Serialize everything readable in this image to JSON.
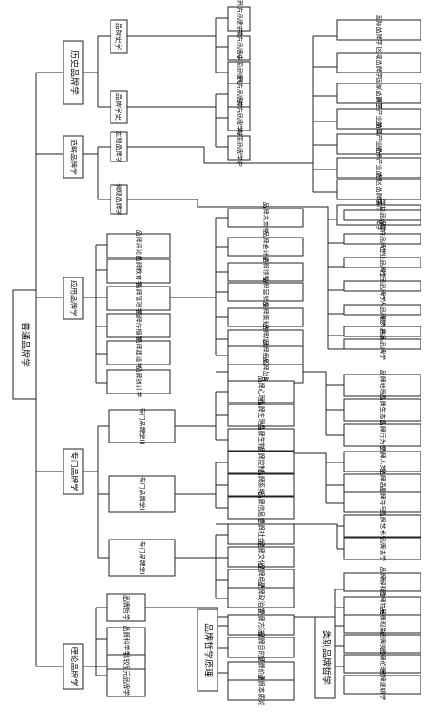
{
  "root": "普通品牌学",
  "history": {
    "title": "历史品牌学",
    "history_study": "品牌史学",
    "study_history": "品牌学史",
    "hs_children": [
      "西方品牌史学",
      "东方品牌史学",
      "中国品牌史学"
    ],
    "sh_children": [
      "西方品牌学史",
      "东方品牌学史",
      "中国品牌学史"
    ]
  },
  "category": {
    "title": "范畴品牌学",
    "macro": "宏观品牌学",
    "micro": "微观品牌学",
    "macro_children": [
      "国际品牌学",
      "区域品牌学",
      "国家品牌学",
      "第三产业品牌学",
      "第二产业品牌学",
      "第一产业品牌学",
      "地区品牌学",
      "城市品牌学"
    ],
    "micro_children": [
      "学校品牌学",
      "政府品牌学",
      "企业品牌学",
      "社团品牌学",
      "个人品牌学",
      "服务品牌学",
      "产品品牌学"
    ]
  },
  "applied": {
    "title": "应用品牌学",
    "items": [
      "品牌评论学",
      "品牌教育学",
      "品牌管理学",
      "品牌传播学",
      "品牌建设学",
      "品牌统计学"
    ],
    "mgmt_children": [
      "品牌未来学",
      "品牌会计学",
      "品牌领导学",
      "品牌营销学",
      "品牌策划学",
      "品牌规划学",
      "品牌组织学",
      "品牌战略学"
    ]
  },
  "special": {
    "title": "专门品牌学",
    "s3": "专门品牌学III",
    "s2": "专门品牌学II",
    "s1": "专门品牌学I",
    "s3_children": [
      "品牌心理学",
      "品牌生理学",
      "品牌生物学"
    ],
    "s3_leaves": [
      "品牌地理学",
      "品牌生态学",
      "品牌行为学"
    ],
    "s2_children": [
      "品牌控制论",
      "品牌系统论",
      "品牌信息学"
    ],
    "s2_leaves": [
      "品牌人类学",
      "品牌语言学",
      "品牌符号学"
    ],
    "s1_children": [
      "品牌社会学",
      "品牌文化学",
      "品牌经济学",
      "品牌政治学"
    ],
    "s1_leaves": [
      "品牌艺术学",
      "品牌法学"
    ]
  },
  "theory": {
    "title": "理论品牌学",
    "items": [
      "品牌哲学",
      "品牌科学学",
      "比较品牌学",
      "元品牌学"
    ],
    "principles": "品牌哲学原理",
    "branch_phil": "类别品牌哲学",
    "principle_children": [
      "品牌方法论",
      "品牌目的论",
      "品牌价值论",
      "品牌本质论"
    ],
    "branch_children": [
      "品牌解释学",
      "品牌符号学",
      "品牌现象学",
      "品牌美学",
      "品牌伦理学",
      "品牌逻辑学"
    ]
  }
}
